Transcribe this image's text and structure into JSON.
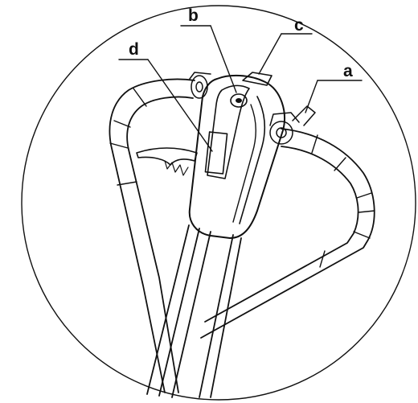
{
  "diagram": {
    "callouts": {
      "a": "a",
      "b": "b",
      "c": "c",
      "d": "d"
    },
    "colors": {
      "ink": "#111111",
      "background": "#ffffff"
    }
  }
}
